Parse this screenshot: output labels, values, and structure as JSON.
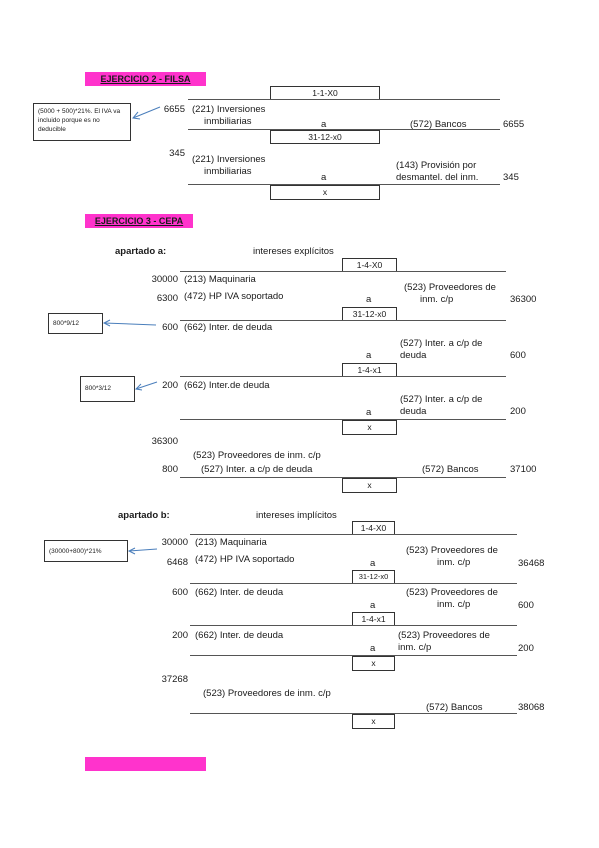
{
  "ex2": {
    "header": "EJERCICIO 2 - FILSA",
    "note": "(5000 + 500)*21%. El IVA va incluido porque es no deducible",
    "date1": "1-1-X0",
    "amt1": "6655",
    "acc1_line1": "(221) Inversiones",
    "acc1_line2": "inmbiliarias",
    "a": "a",
    "credit1": "(572) Bancos",
    "credit1_amt": "6655",
    "date2": "31-12-x0",
    "amt2": "345",
    "acc2_line1": "(221) Inversiones",
    "acc2_line2": "inmbiliarias",
    "credit2_line1": "(143) Provisión por",
    "credit2_line2": "desmantel. del inm.",
    "credit2_amt": "345",
    "x": "x"
  },
  "ex3": {
    "header": "EJERCICIO 3 - CEPA",
    "a": {
      "label": "apartado a:",
      "subtitle": "intereses explícitos",
      "date1": "1-4-X0",
      "amt_maq": "30000",
      "acc_maq": "(213) Maquinaria",
      "amt_iva": "6300",
      "acc_iva": "(472) HP IVA soportado",
      "a": "a",
      "credit1_line1": "(523) Proveedores de",
      "credit1_line2": "inm. c/p",
      "credit1_amt": "36300",
      "date2": "31-12-x0",
      "note1": "800*9/12",
      "amt_int1": "600",
      "acc_int1": "(662) Inter. de deuda",
      "credit2_line1": "(527) Inter. a c/p de",
      "credit2_line2": "deuda",
      "credit2_amt": "600",
      "date3": "1-4-x1",
      "note2": "800*3/12",
      "amt_int2": "200",
      "acc_int2": "(662) Inter.de deuda",
      "credit3_line1": "(527) Inter. a c/p de",
      "credit3_line2": "deuda",
      "credit3_amt": "200",
      "x1": "x",
      "amt_prov": "36300",
      "acc_prov": "(523) Proveedores de inm. c/p",
      "amt_int3": "800",
      "acc_int3": "(527) Inter. a c/p de deuda",
      "credit4": "(572) Bancos",
      "credit4_amt": "37100",
      "x2": "x"
    },
    "b": {
      "label": "apartado b:",
      "subtitle": "intereses implícitos",
      "date1": "1-4-X0",
      "note": "(30000+800)*21%",
      "amt_maq": "30000",
      "acc_maq": "(213) Maquinaria",
      "amt_iva": "6468",
      "acc_iva": "(472) HP IVA soportado",
      "a": "a",
      "credit1_line1": "(523) Proveedores de",
      "credit1_line2": "inm. c/p",
      "credit1_amt": "36468",
      "date2": "31-12-x0",
      "amt_int1": "600",
      "acc_int1": "(662) Inter. de deuda",
      "credit2_line1": "(523) Proveedores de",
      "credit2_line2": "inm. c/p",
      "credit2_amt": "600",
      "date3": "1-4-x1",
      "amt_int2": "200",
      "acc_int2": "(662) Inter. de deuda",
      "credit3_line1": "(523) Proveedores de",
      "credit3_line2": "inm. c/p",
      "credit3_amt": "200",
      "x1": "x",
      "amt_total": "37268",
      "acc_prov": "(523) Proveedores de inm. c/p",
      "credit4": "(572) Bancos",
      "credit4_amt": "38068",
      "x2": "x"
    }
  },
  "colors": {
    "header_bg": "#ff33cc",
    "arrow": "#4a7ebb"
  }
}
